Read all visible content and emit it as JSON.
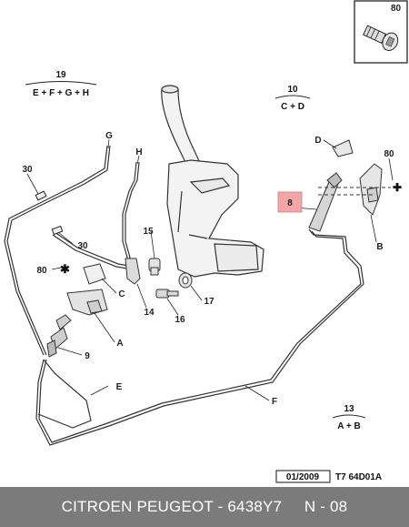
{
  "callouts": {
    "c80_top": "80",
    "c19": "19",
    "c19_sub": "E + F + G + H",
    "c10": "10",
    "c10_sub": "C + D",
    "cG": "G",
    "cH": "H",
    "c30a": "30",
    "c30b": "30",
    "c15": "15",
    "c80_left": "80",
    "c80_right": "80",
    "cC": "C",
    "cA": "A",
    "c9": "9",
    "c14": "14",
    "c16": "16",
    "c17": "17",
    "cD": "D",
    "c8": "8",
    "cB": "B",
    "cE": "E",
    "cF": "F",
    "c13": "13",
    "c13_sub": "A + B"
  },
  "stamp": {
    "date": "01/2009",
    "code": "T7 64D01A"
  },
  "footer": {
    "caption": "CITROEN PEUGEOT - 6438Y7     N - 08"
  },
  "colors": {
    "highlight": "#f4a5a5",
    "footer_bg": "#7b7b7b",
    "line": "#333333"
  }
}
